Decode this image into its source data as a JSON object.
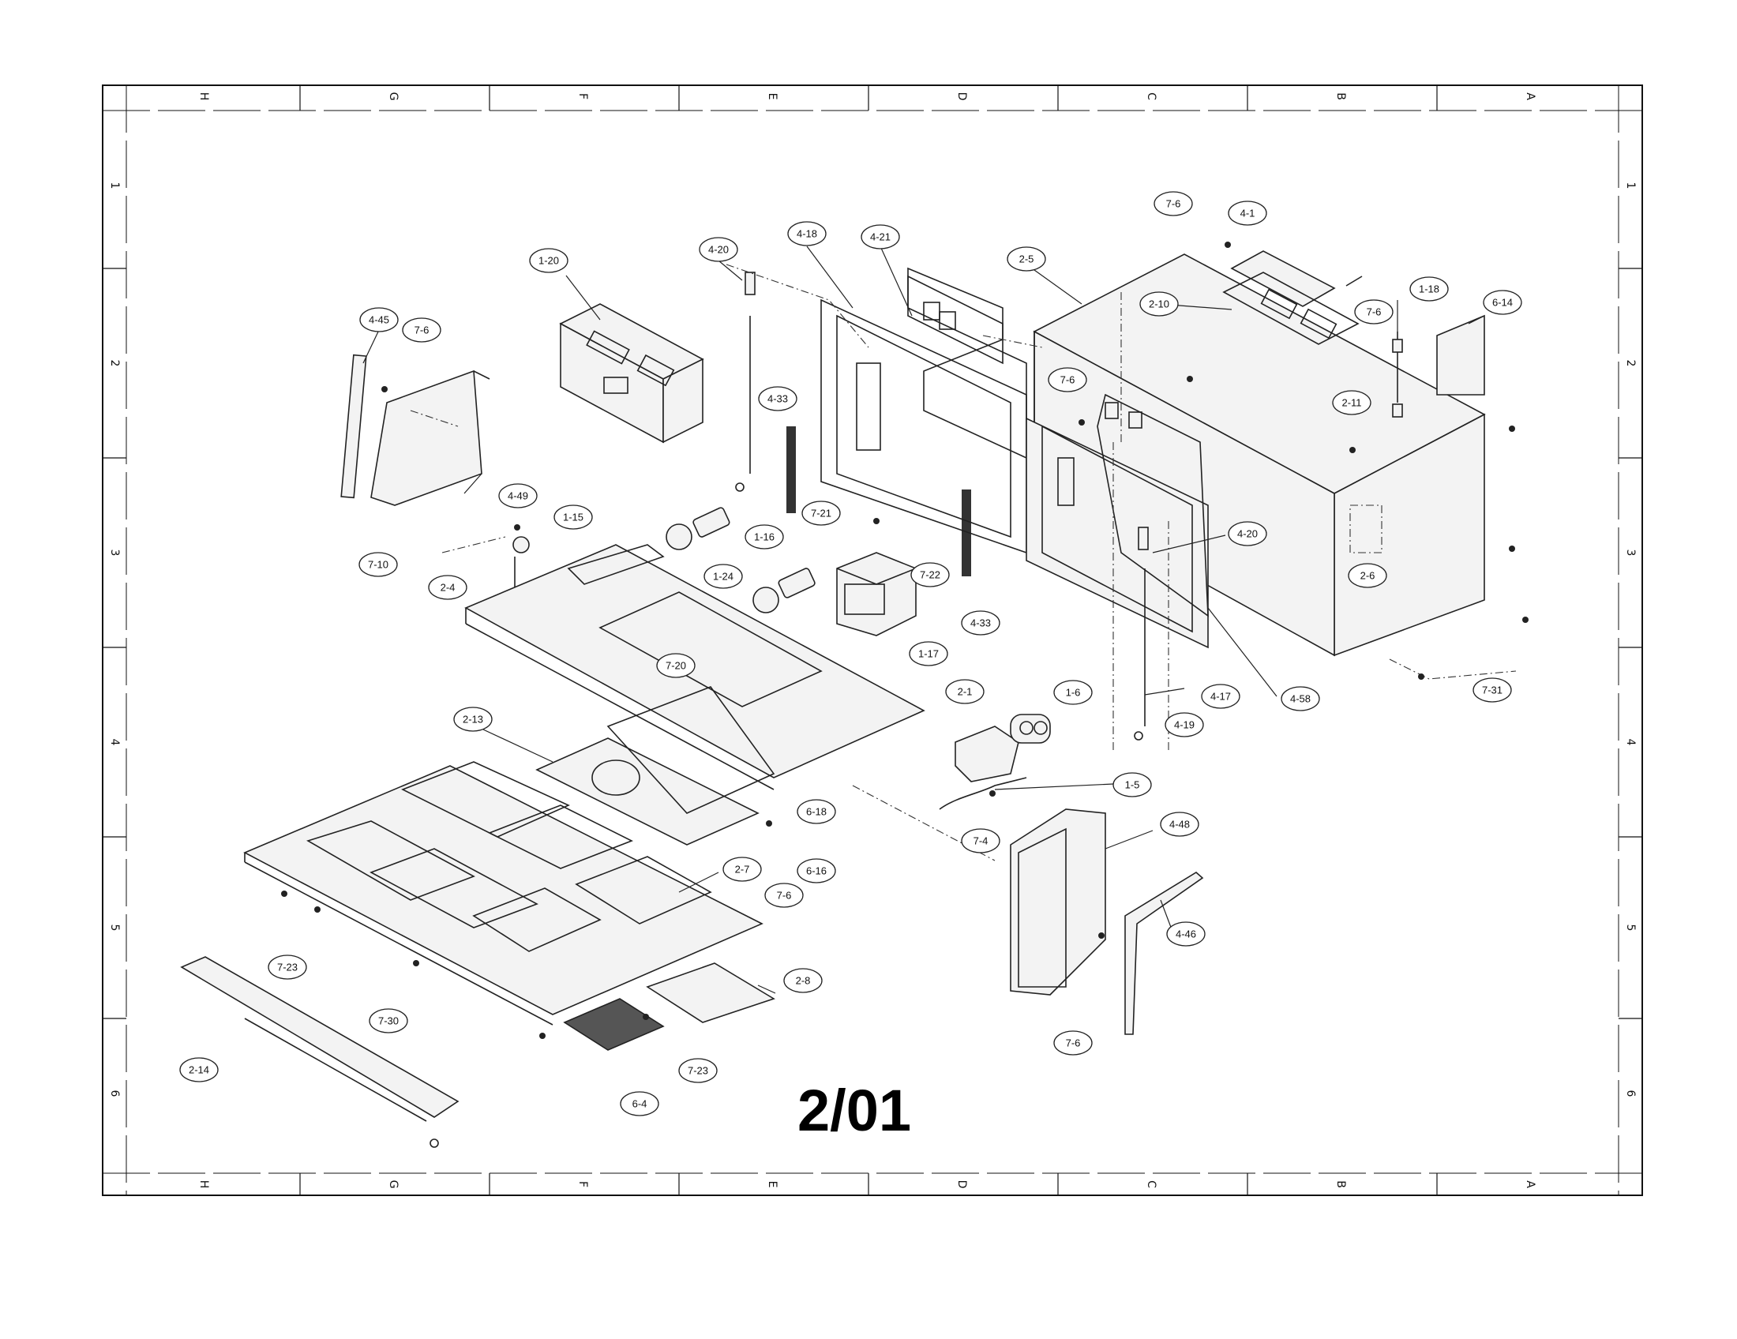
{
  "sheet": {
    "code": "2/01",
    "columns": [
      "H",
      "G",
      "F",
      "E",
      "D",
      "C",
      "B",
      "A"
    ],
    "rows": [
      "1",
      "2",
      "3",
      "4",
      "5",
      "6"
    ]
  },
  "callouts": [
    {
      "id": "c-1-20",
      "label": "1-20"
    },
    {
      "id": "c-4-20a",
      "label": "4-20"
    },
    {
      "id": "c-4-18",
      "label": "4-18"
    },
    {
      "id": "c-4-21",
      "label": "4-21"
    },
    {
      "id": "c-2-5",
      "label": "2-5"
    },
    {
      "id": "c-7-6a",
      "label": "7-6"
    },
    {
      "id": "c-4-1",
      "label": "4-1"
    },
    {
      "id": "c-2-10",
      "label": "2-10"
    },
    {
      "id": "c-7-6b",
      "label": "7-6"
    },
    {
      "id": "c-1-18",
      "label": "1-18"
    },
    {
      "id": "c-6-14",
      "label": "6-14"
    },
    {
      "id": "c-4-45",
      "label": "4-45"
    },
    {
      "id": "c-7-6c",
      "label": "7-6"
    },
    {
      "id": "c-4-33a",
      "label": "4-33"
    },
    {
      "id": "c-7-6d",
      "label": "7-6"
    },
    {
      "id": "c-2-11",
      "label": "2-11"
    },
    {
      "id": "c-4-49",
      "label": "4-49"
    },
    {
      "id": "c-1-15",
      "label": "1-15"
    },
    {
      "id": "c-1-16",
      "label": "1-16"
    },
    {
      "id": "c-7-21",
      "label": "7-21"
    },
    {
      "id": "c-4-20b",
      "label": "4-20"
    },
    {
      "id": "c-7-10",
      "label": "7-10"
    },
    {
      "id": "c-1-24",
      "label": "1-24"
    },
    {
      "id": "c-7-22",
      "label": "7-22"
    },
    {
      "id": "c-2-6",
      "label": "2-6"
    },
    {
      "id": "c-2-4",
      "label": "2-4"
    },
    {
      "id": "c-4-33b",
      "label": "4-33"
    },
    {
      "id": "c-1-17",
      "label": "1-17"
    },
    {
      "id": "c-7-20",
      "label": "7-20"
    },
    {
      "id": "c-7-31",
      "label": "7-31"
    },
    {
      "id": "c-2-1",
      "label": "2-1"
    },
    {
      "id": "c-1-6",
      "label": "1-6"
    },
    {
      "id": "c-4-17",
      "label": "4-17"
    },
    {
      "id": "c-4-58",
      "label": "4-58"
    },
    {
      "id": "c-2-13",
      "label": "2-13"
    },
    {
      "id": "c-4-19",
      "label": "4-19"
    },
    {
      "id": "c-1-5",
      "label": "1-5"
    },
    {
      "id": "c-6-18",
      "label": "6-18"
    },
    {
      "id": "c-7-4",
      "label": "7-4"
    },
    {
      "id": "c-4-48",
      "label": "4-48"
    },
    {
      "id": "c-6-16",
      "label": "6-16"
    },
    {
      "id": "c-2-7",
      "label": "2-7"
    },
    {
      "id": "c-7-6e",
      "label": "7-6"
    },
    {
      "id": "c-4-46",
      "label": "4-46"
    },
    {
      "id": "c-7-23a",
      "label": "7-23"
    },
    {
      "id": "c-2-8",
      "label": "2-8"
    },
    {
      "id": "c-7-30",
      "label": "7-30"
    },
    {
      "id": "c-7-6f",
      "label": "7-6"
    },
    {
      "id": "c-2-14",
      "label": "2-14"
    },
    {
      "id": "c-7-23b",
      "label": "7-23"
    },
    {
      "id": "c-6-4",
      "label": "6-4"
    }
  ]
}
